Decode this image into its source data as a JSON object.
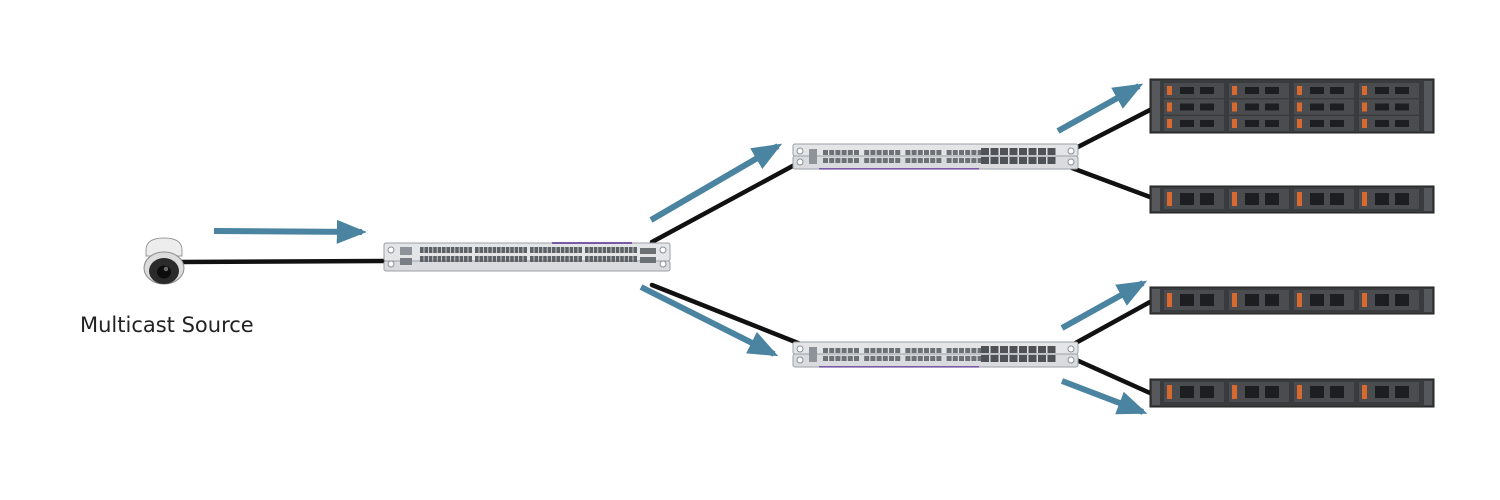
{
  "source": {
    "label": "Multicast Source",
    "icon": "dome-camera-icon"
  },
  "devices": {
    "access_switch": "access-switch-48-port",
    "distribution_switches": [
      "distribution-switch-top",
      "distribution-switch-bottom"
    ],
    "servers": [
      "server-2u",
      "server-1u",
      "server-1u",
      "server-1u"
    ]
  },
  "colors": {
    "arrow": "#4a84a0",
    "cable": "#111111",
    "switch_body": "#e4e5e7",
    "server_body": "#3a3b3d",
    "accent_purple": "#7a5aa8",
    "drive_orange": "#d86a30"
  }
}
